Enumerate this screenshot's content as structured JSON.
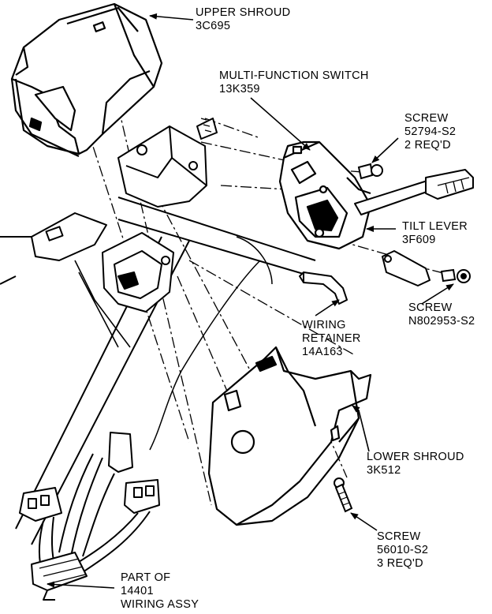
{
  "diagram": {
    "colors": {
      "ink": "#000000",
      "paper": "#ffffff",
      "shade": "#e6e6e6"
    },
    "callouts": [
      {
        "id": "upper-shroud",
        "lines": [
          "UPPER SHROUD",
          "3C695"
        ]
      },
      {
        "id": "multi-function-switch",
        "lines": [
          "MULTI-FUNCTION SWITCH",
          "13K359"
        ]
      },
      {
        "id": "screw-52794",
        "lines": [
          "SCREW",
          "52794-S2",
          "2 REQ'D"
        ]
      },
      {
        "id": "tilt-lever",
        "lines": [
          "TILT LEVER",
          "3F609"
        ]
      },
      {
        "id": "screw-n802953",
        "lines": [
          "SCREW",
          "N802953-S2"
        ]
      },
      {
        "id": "wiring-retainer",
        "lines": [
          "WIRING",
          "RETAINER",
          "14A163"
        ]
      },
      {
        "id": "lower-shroud",
        "lines": [
          "LOWER SHROUD",
          "3K512"
        ]
      },
      {
        "id": "screw-56010",
        "lines": [
          "SCREW",
          "56010-S2",
          "3 REQ'D"
        ]
      },
      {
        "id": "wiring-assy",
        "lines": [
          "PART OF",
          "14401",
          "WIRING ASSY"
        ]
      }
    ]
  }
}
